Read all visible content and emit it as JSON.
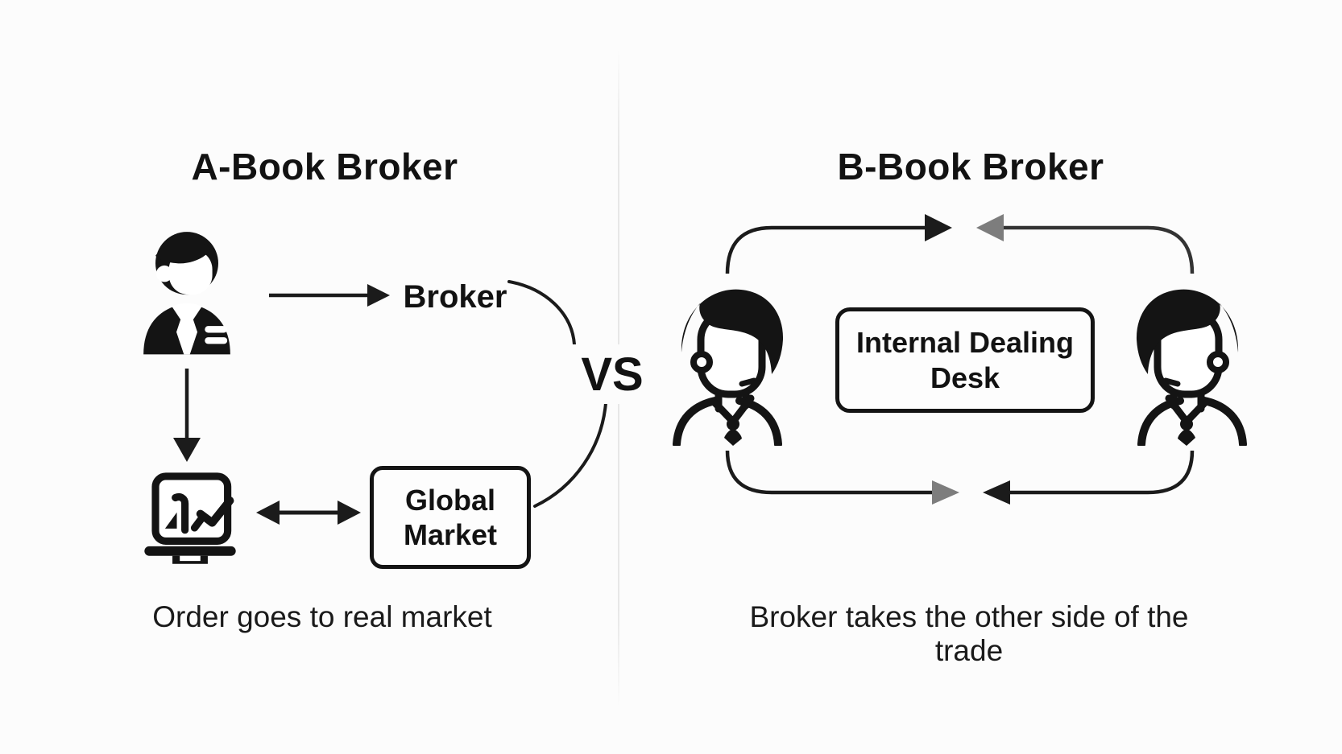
{
  "left_panel": {
    "title": "A-Book Broker",
    "broker_label": "Broker",
    "market_box_lines": [
      "Global",
      "Market"
    ],
    "caption": "Order goes to real market"
  },
  "center": {
    "vs_label": "VS"
  },
  "right_panel": {
    "title": "B-Book Broker",
    "desk_box_lines": [
      "Internal Dealing",
      "Desk"
    ],
    "caption": "Broker takes the other side of the trade"
  },
  "icons": {
    "client": "businessman-icon",
    "market_terminal": "laptop-chart-icon",
    "trader_left": "trader-outline-icon",
    "trader_right": "trader-outline-icon-mirrored"
  },
  "colors": {
    "ink": "#141414",
    "gray_arrow": "#7d7d7d",
    "background": "#fcfcfc",
    "divider": "#e7e7e7"
  }
}
